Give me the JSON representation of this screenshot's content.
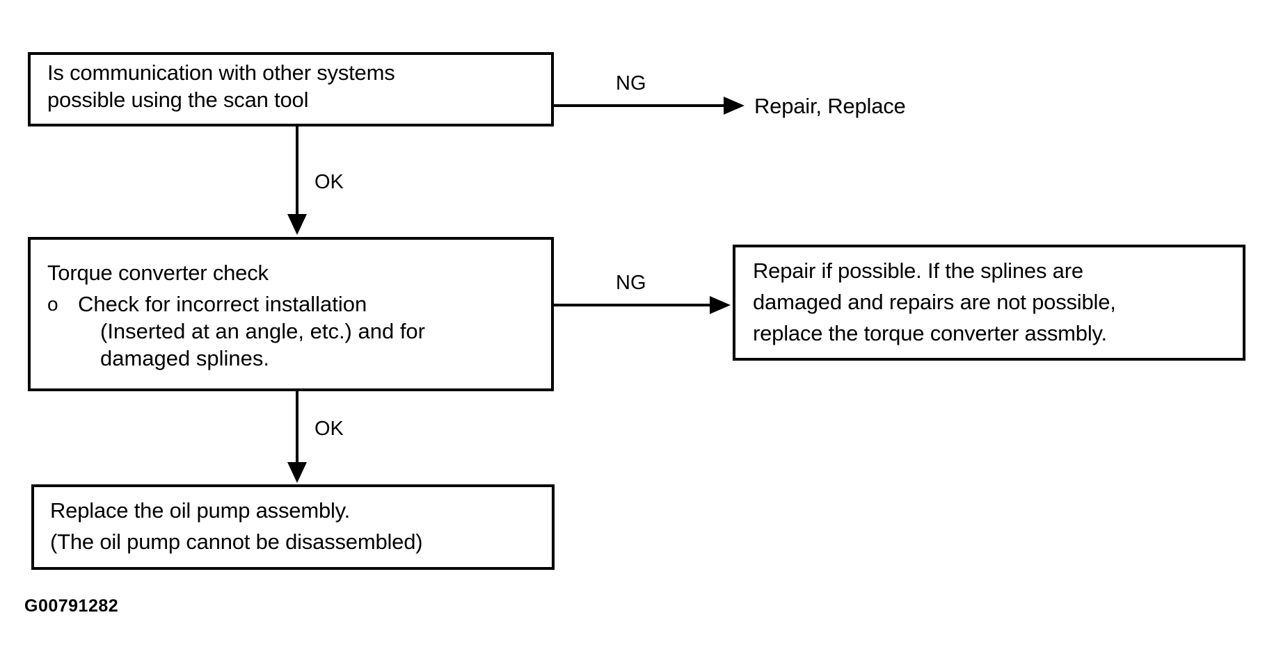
{
  "figure": {
    "reference_code": "G00791282",
    "background_color": "#ffffff",
    "line_color": "#000000"
  },
  "nodes": {
    "check_communication": {
      "line1": "Is communication with other systems",
      "line2": "possible using the scan tool"
    },
    "torque_converter_check": {
      "heading": "Torque converter check",
      "bullet_mark": "o",
      "bullet_line1": "Check for incorrect installation",
      "bullet_line2": "(Inserted at an angle, etc.) and for",
      "bullet_line3": "damaged splines."
    },
    "repair_torque_converter": {
      "line1": "Repair if possible. If the splines are",
      "line2": "damaged and repairs are not possible,",
      "line3": "replace the torque converter assmbly."
    },
    "replace_oil_pump": {
      "line1": "Replace the oil pump assembly.",
      "line2": "(The oil pump cannot be disassembled)"
    },
    "repair_replace_text": "Repair, Replace"
  },
  "edges": {
    "ng_from_communication": "NG",
    "ok_communication_to_torque": "OK",
    "ng_from_torque": "NG",
    "ok_torque_to_oil_pump": "OK"
  }
}
